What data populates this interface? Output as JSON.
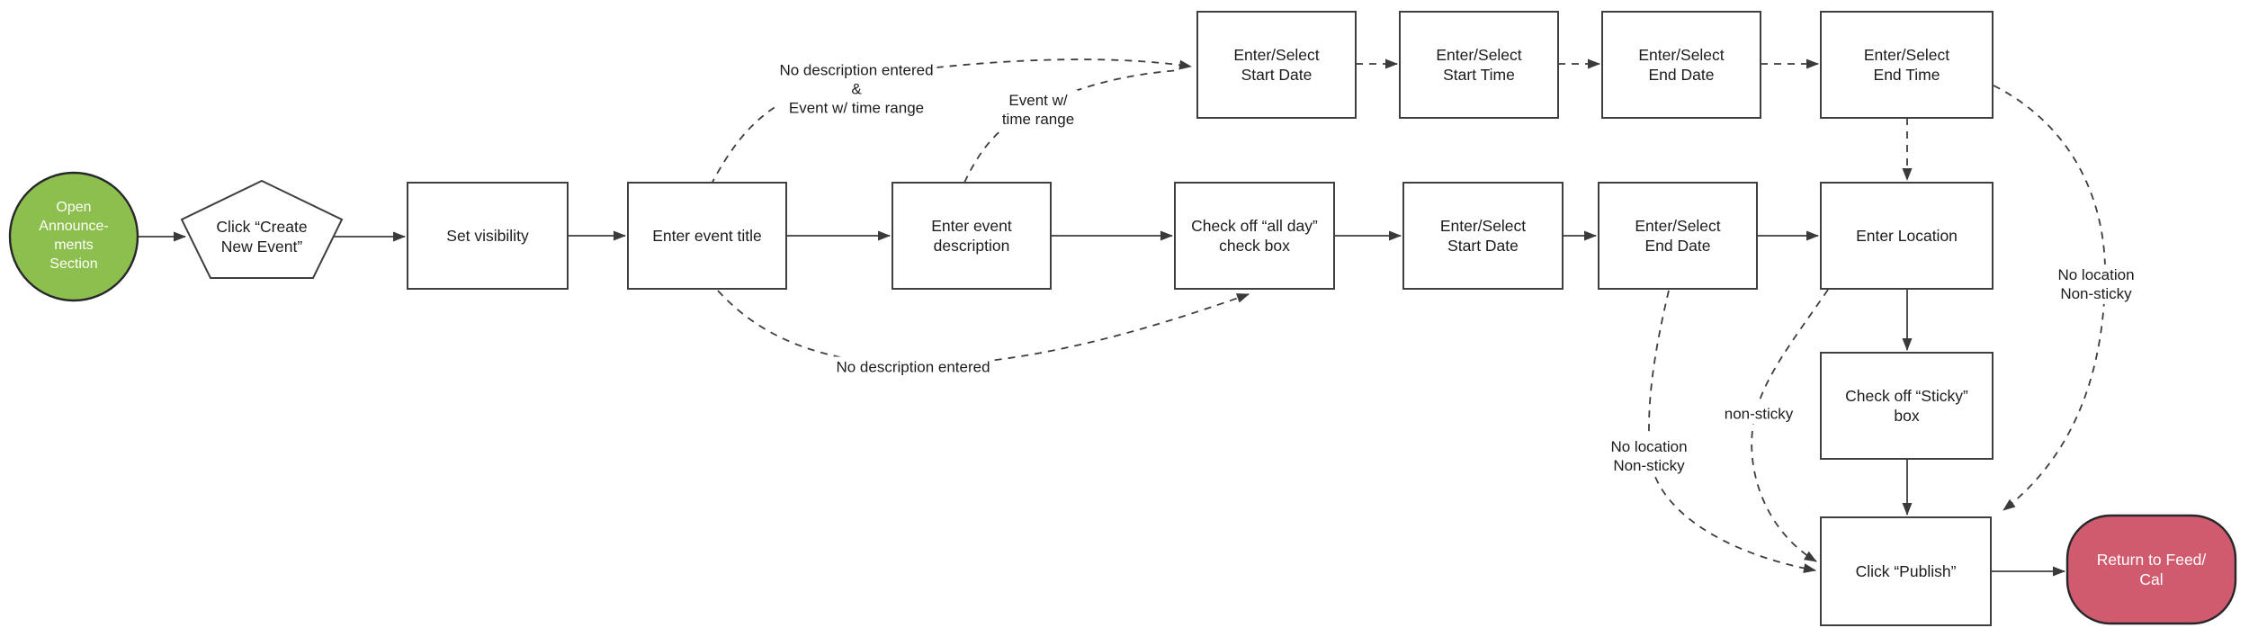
{
  "diagram": {
    "colors": {
      "start_fill": "#8CBF4D",
      "end_fill": "#D05A6E",
      "line": "#3d3d3d"
    },
    "nodes": {
      "start": "Open\nAnnounce-\nments\nSection",
      "create_event": "Click “Create\nNew Event”",
      "set_visibility": "Set visibility",
      "enter_title": "Enter event title",
      "enter_description": "Enter event\ndescription",
      "check_all_day": "Check off “all day”\ncheck box",
      "mid_start_date": "Enter/Select\nStart Date",
      "mid_end_date": "Enter/Select\nEnd Date",
      "enter_location": "Enter Location",
      "top_start_date": "Enter/Select\nStart Date",
      "top_start_time": "Enter/Select\nStart Time",
      "top_end_date": "Enter/Select\nEnd Date",
      "top_end_time": "Enter/Select\nEnd Time",
      "check_sticky": "Check off “Sticky”\nbox",
      "click_publish": "Click “Publish”",
      "end": "Return to Feed/\nCal"
    },
    "edge_labels": {
      "no_desc_and_range": "No description entered\n&\nEvent w/ time range",
      "event_time_range": "Event w/\ntime range",
      "no_desc": "No description entered",
      "no_location_right": "No location\nNon-sticky",
      "no_location_left": "No location\nNon-sticky",
      "non_sticky": "non-sticky"
    }
  }
}
